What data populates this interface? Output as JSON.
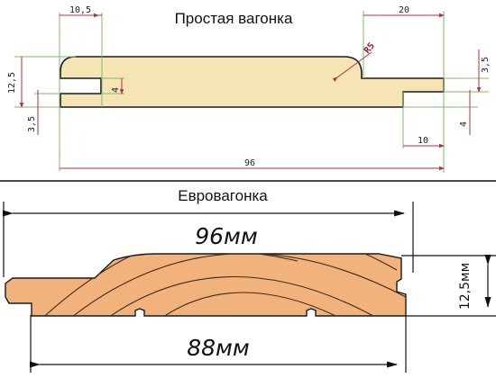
{
  "top_diagram": {
    "title": "Простая вагонка",
    "dims": {
      "left_width": "10,5",
      "right_width": "20",
      "radius": "R5",
      "height": "12,5",
      "groove_depth": "3,5",
      "groove_height": "4",
      "tongue_height": "3,5",
      "tongue_depth": "4",
      "bottom_right": "10",
      "total_width": "96"
    }
  },
  "bottom_diagram": {
    "title": "Евровагонка",
    "dims": {
      "full_width": "96мм",
      "face_width": "88мм",
      "height": "12,5мм"
    }
  },
  "colors": {
    "wood_light": "#f6e4b4",
    "wood_euro": "#f2b27c",
    "dim_red": "#b2323c",
    "ext_green": "#7fb870"
  }
}
